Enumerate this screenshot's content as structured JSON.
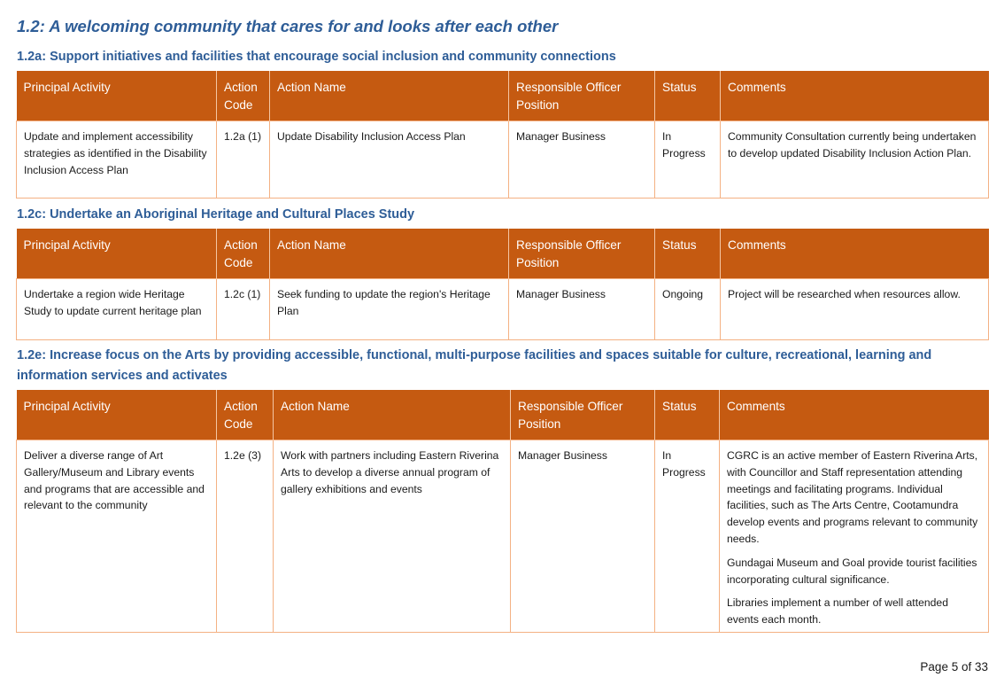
{
  "heading": "1.2: A welcoming community that cares for and looks after each other",
  "columns": [
    "Principal Activity",
    "Action Code",
    "Action Name",
    "Responsible Officer Position",
    "Status",
    "Comments"
  ],
  "sections": [
    {
      "title": "1.2a: Support initiatives and facilities that encourage social inclusion and community connections",
      "row": {
        "principal_activity": "Update and implement accessibility strategies as identified in the Disability Inclusion Access Plan",
        "action_code": "1.2a (1)",
        "action_name": "Update Disability Inclusion Access Plan",
        "officer": "Manager Business",
        "status": "In Progress",
        "comments": [
          "Community Consultation currently being undertaken to develop updated Disability Inclusion Action Plan."
        ]
      }
    },
    {
      "title": "1.2c: Undertake an Aboriginal Heritage and Cultural Places Study",
      "row": {
        "principal_activity": "Undertake a region wide Heritage Study to update current heritage plan",
        "action_code": "1.2c (1)",
        "action_name": "Seek funding to update the region's Heritage Plan",
        "officer": "Manager Business",
        "status": "Ongoing",
        "comments": [
          "Project will be researched when resources allow."
        ]
      }
    },
    {
      "title": "1.2e: Increase focus on the Arts by providing accessible, functional, multi-purpose facilities and spaces suitable for culture, recreational, learning and information services and activates",
      "row": {
        "principal_activity": "Deliver a diverse range of Art Gallery/Museum and Library events and programs that are accessible and relevant to the community",
        "action_code": "1.2e (3)",
        "action_name": "Work with partners including Eastern Riverina Arts to develop a diverse annual program of gallery exhibitions and events",
        "officer": "Manager Business",
        "status": "In Progress",
        "comments": [
          "CGRC is an active member of Eastern Riverina Arts, with Councillor and Staff representation attending meetings and facilitating programs. Individual facilities, such as The Arts Centre, Cootamundra develop events and programs relevant to community needs.",
          "Gundagai Museum and Goal provide tourist facilities incorporating cultural significance.",
          "Libraries implement a number of well attended events each month."
        ]
      }
    }
  ],
  "footer": "Page 5 of 33"
}
